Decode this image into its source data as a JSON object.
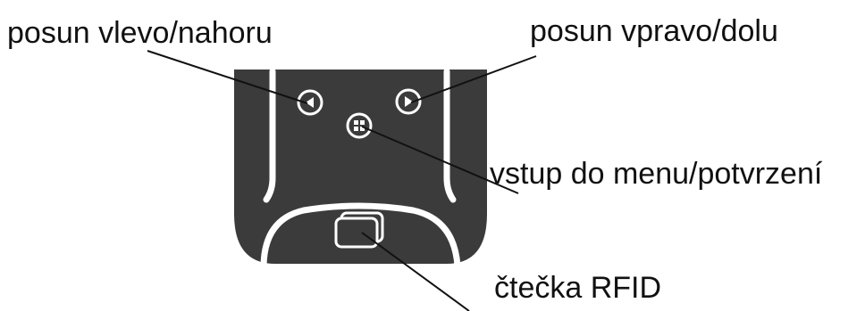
{
  "labels": {
    "scroll_left_up": "posun vlevo/nahoru",
    "scroll_right_down": "posun vpravo/dolu",
    "menu_confirm": "vstup do menu/potvrzení",
    "rfid_reader": "čtečka RFID"
  },
  "colors": {
    "device_body": "#3c3c3c",
    "device_inner": "#454545",
    "stripe": "#ffffff",
    "button_ring": "#ffffff",
    "leader_line": "#111111",
    "text": "#111111"
  },
  "icons": {
    "left_button": "arrow-left-circle-icon",
    "right_button": "arrow-right-circle-icon",
    "menu_button": "grid-menu-icon",
    "rfid": "rfid-card-icon"
  }
}
